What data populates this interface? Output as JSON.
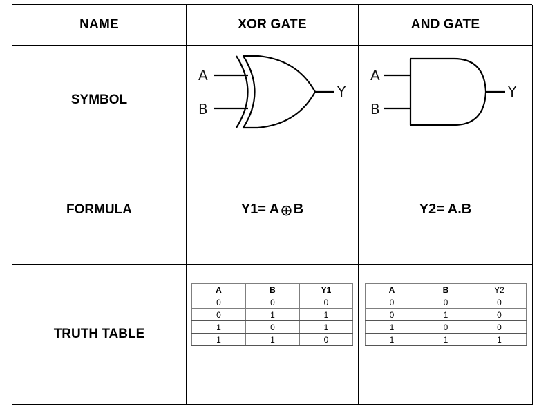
{
  "header": {
    "name": "NAME",
    "xor": "XOR GATE",
    "and": "AND GATE"
  },
  "rows": {
    "symbol": "SYMBOL",
    "formula": "FORMULA",
    "truth_table": "TRUTH TABLE"
  },
  "symbols": {
    "xor": {
      "input_a": "A",
      "input_b": "B",
      "output": "Y"
    },
    "and": {
      "input_a": "A",
      "input_b": "B",
      "output": "Y"
    }
  },
  "formulas": {
    "xor_lhs": "Y1= A",
    "xor_op": "⊕",
    "xor_rhs": "B",
    "and": "Y2= A.B"
  },
  "truth_tables": {
    "xor": {
      "headers": [
        "A",
        "B",
        "Y1"
      ],
      "rows": [
        [
          "0",
          "0",
          "0"
        ],
        [
          "0",
          "1",
          "1"
        ],
        [
          "1",
          "0",
          "1"
        ],
        [
          "1",
          "1",
          "0"
        ]
      ]
    },
    "and": {
      "headers": [
        "A",
        "B",
        "Y2"
      ],
      "rows": [
        [
          "0",
          "0",
          "0"
        ],
        [
          "0",
          "1",
          "0"
        ],
        [
          "1",
          "0",
          "0"
        ],
        [
          "1",
          "1",
          "1"
        ]
      ]
    }
  }
}
